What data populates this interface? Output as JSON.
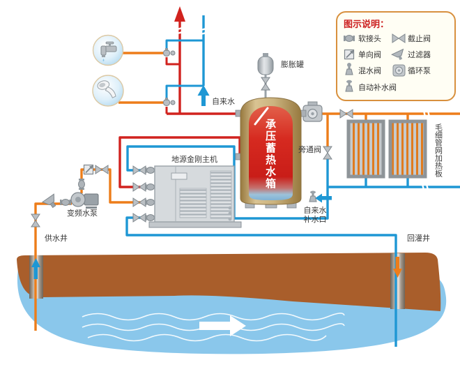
{
  "diagram": {
    "legend": {
      "title": "图示说明：",
      "items": [
        {
          "icon": "soft-joint-icon",
          "label": "软接头"
        },
        {
          "icon": "stop-valve-icon",
          "label": "截止阀"
        },
        {
          "icon": "check-valve-icon",
          "label": "单向阀"
        },
        {
          "icon": "filter-icon",
          "label": "过滤器"
        },
        {
          "icon": "mixing-valve-icon",
          "label": "混水阀"
        },
        {
          "icon": "circulation-pump-icon",
          "label": "循环泵"
        },
        {
          "icon": "auto-makeup-valve-icon",
          "label": "自动补水阀"
        }
      ]
    },
    "labels": {
      "tap_water": "自来水",
      "expansion_tank": "膨胀罐",
      "storage_tank": "承压蓄热水箱",
      "bypass_valve": "旁通阀",
      "heat_pump_unit": "地源金刚主机",
      "vf_pump": "变频水泵",
      "supply_well": "供水井",
      "makeup_line1": "自来水",
      "makeup_line2": "补水口",
      "capillary_panels": "毛细管网加热板",
      "recharge_well": "回灌井"
    },
    "colors": {
      "hot_pipe_red": "#d1221e",
      "warm_pipe_orange": "#ed7d1a",
      "cold_pipe_blue": "#1e97d4",
      "ground_brown": "#a95e2b",
      "water_blue": "#8ac7eb",
      "tank_tan": "#cbb37f",
      "legend_border": "#d8903e",
      "legend_title_red": "#cc1f1f"
    }
  }
}
